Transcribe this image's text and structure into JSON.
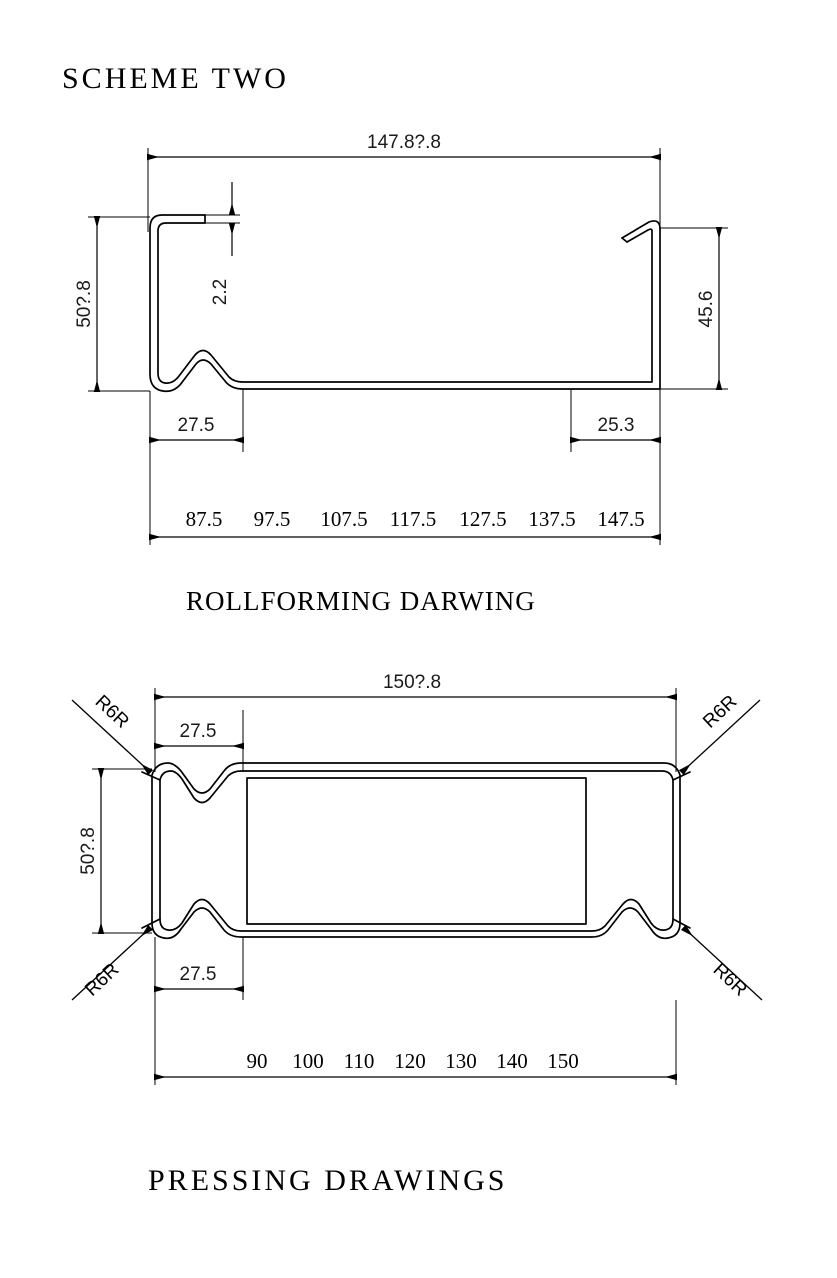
{
  "sheet": {
    "title": "SCHEME TWO",
    "background_color": "#ffffff",
    "line_color": "#000000"
  },
  "views": [
    {
      "id": "rollforming",
      "caption": "ROLLFORMING DARWING",
      "profile_type": "open-c-channel",
      "dimensions": {
        "overall_width": "147.8?.8",
        "left_height": "50?.8",
        "material_thickness": "2.2",
        "right_height": "45.6",
        "left_flange": "27.5",
        "right_flange": "25.3"
      },
      "scale_ticks": [
        "87.5",
        "97.5",
        "107.5",
        "117.5",
        "127.5",
        "137.5",
        "147.5"
      ]
    },
    {
      "id": "pressing",
      "caption": "PRESSING DRAWINGS",
      "profile_type": "closed-rectangular-tube",
      "dimensions": {
        "overall_width": "150?.8",
        "left_height": "50?.8",
        "top_flange": "27.5",
        "bottom_flange": "27.5"
      },
      "radius_callouts": [
        {
          "label": "R6R",
          "corner": "top-left"
        },
        {
          "label": "R6R",
          "corner": "top-right"
        },
        {
          "label": "R6R",
          "corner": "bottom-left"
        },
        {
          "label": "R6R",
          "corner": "bottom-right"
        }
      ],
      "scale_ticks": [
        "90",
        "100",
        "110",
        "120",
        "130",
        "140",
        "150"
      ]
    }
  ]
}
